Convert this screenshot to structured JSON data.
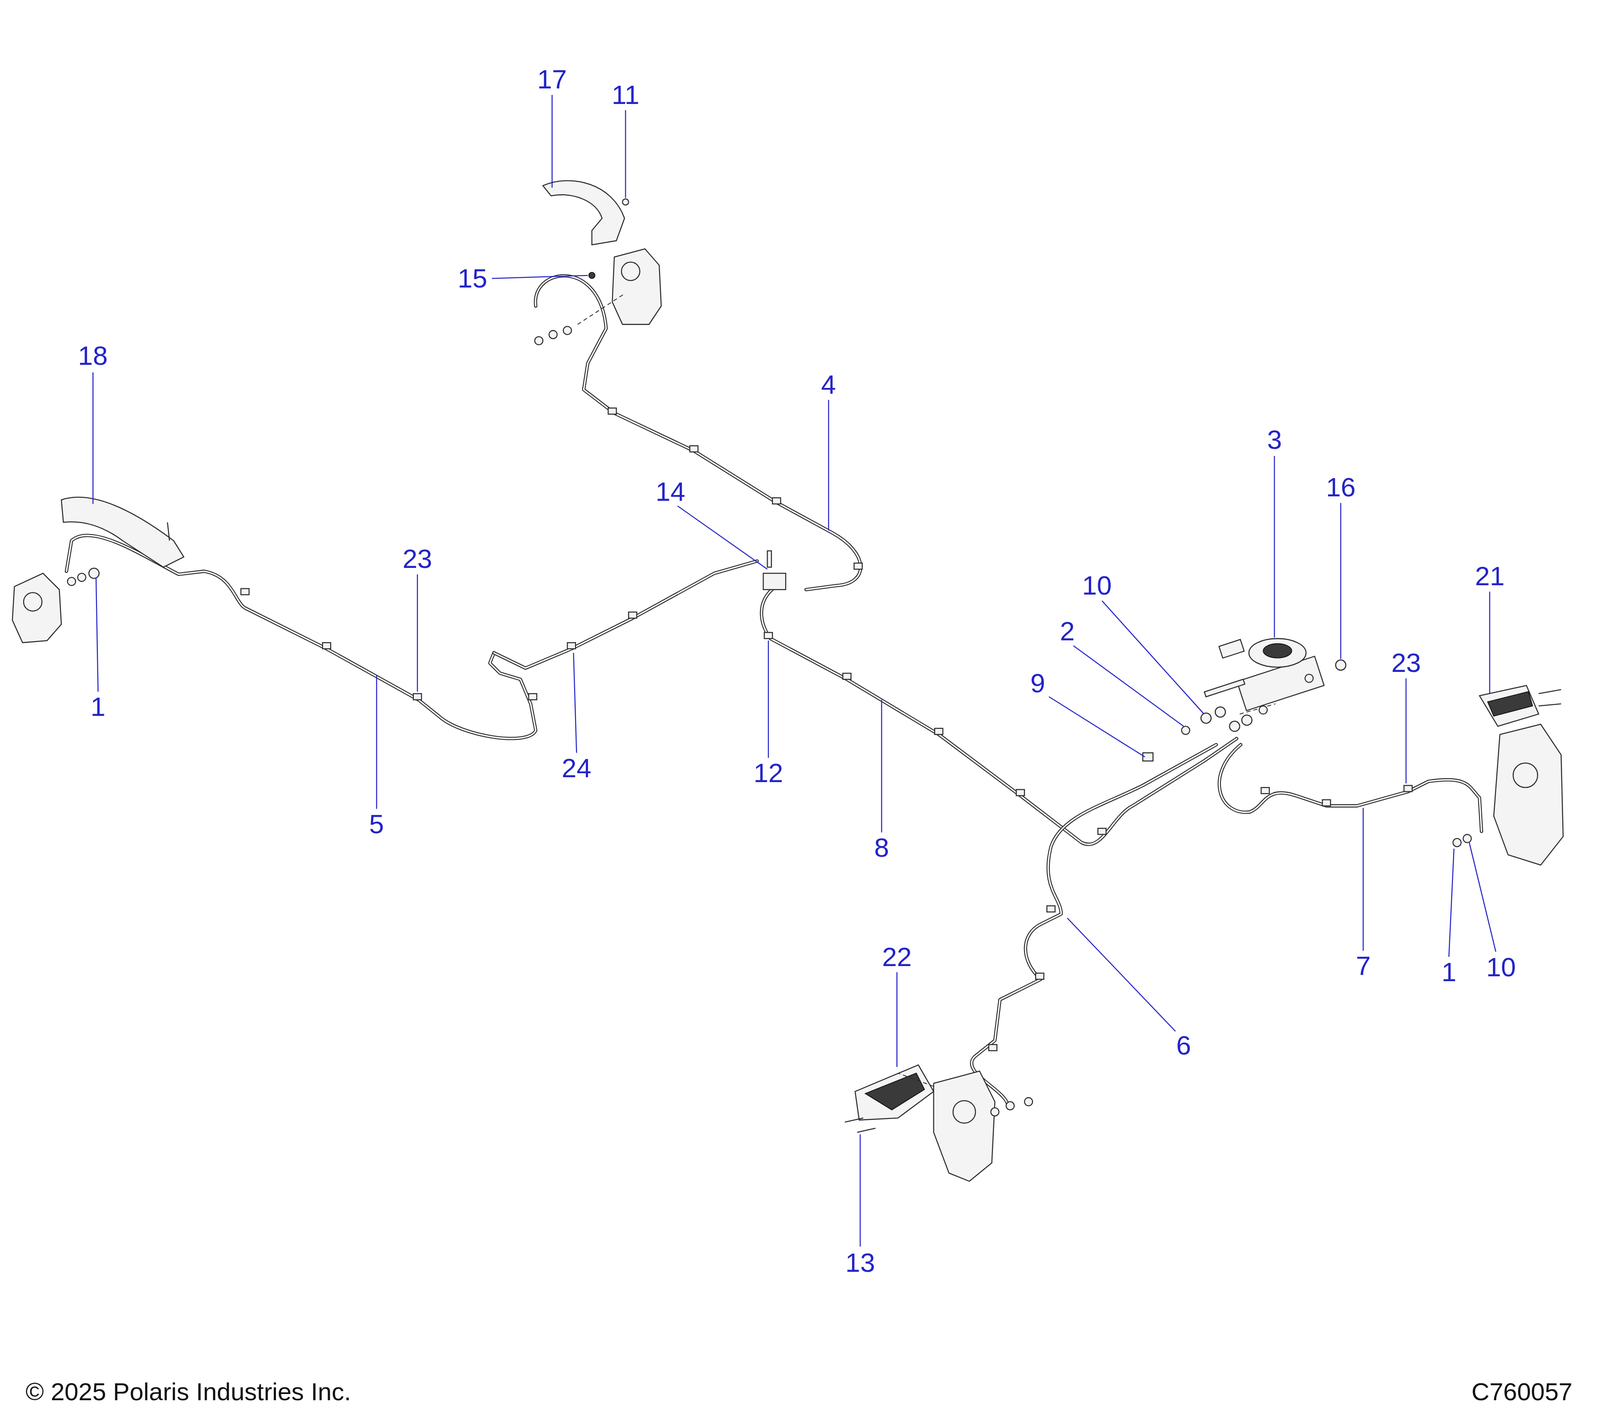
{
  "diagram": {
    "labels": [
      "17",
      "11",
      "15",
      "18",
      "4",
      "14",
      "3",
      "16",
      "10",
      "2",
      "23",
      "21",
      "23",
      "9",
      "1",
      "5",
      "24",
      "12",
      "8",
      "7",
      "1",
      "10",
      "22",
      "6",
      "13",
      "© 2025 Polaris Industries Inc.",
      "C760057"
    ]
  }
}
